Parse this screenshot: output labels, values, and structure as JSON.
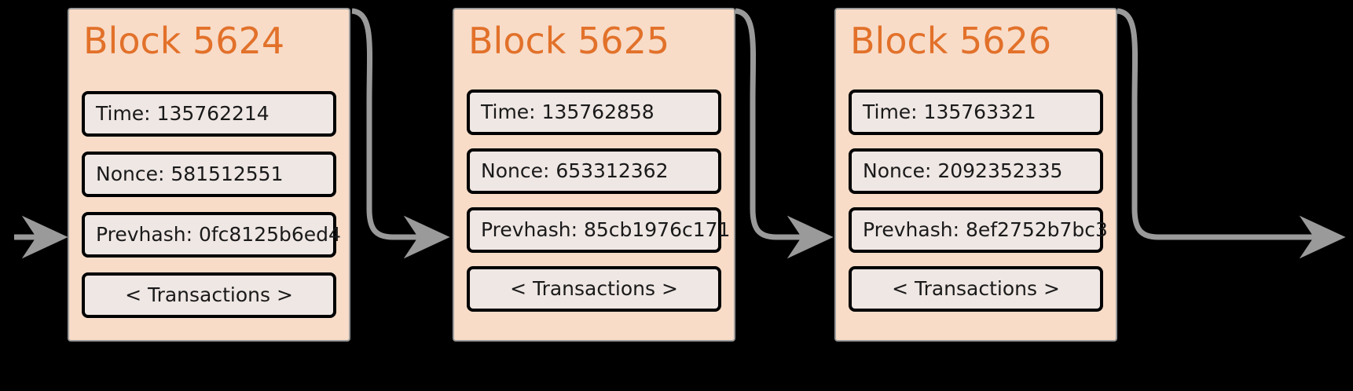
{
  "diagram": {
    "type": "blockchain-chain",
    "background_color": "#000000",
    "block_fill_color": "#f8dcc8",
    "block_border_color": "#9a9a9a",
    "field_fill_color": "#efe7e4",
    "field_border_color": "#000000",
    "title_color": "#e2712a",
    "text_color": "#1a1a1a",
    "connector_color": "#9a9a9a",
    "labels": {
      "time_prefix": "Time:",
      "nonce_prefix": "Nonce:",
      "prevhash_prefix": "Prevhash:",
      "transactions": "< Transactions >"
    },
    "blocks": [
      {
        "title": "Block 5624",
        "time": "Time: 135762214",
        "nonce": "Nonce: 581512551",
        "prevhash": "Prevhash: 0fc8125b6ed4",
        "transactions": "< Transactions >"
      },
      {
        "title": "Block 5625",
        "time": "Time: 135762858",
        "nonce": "Nonce: 653312362",
        "prevhash": "Prevhash: 85cb1976c171",
        "transactions": "< Transactions >"
      },
      {
        "title": "Block 5626",
        "time": "Time: 135763321",
        "nonce": "Nonce: 2092352335",
        "prevhash": "Prevhash: 8ef2752b7bc3",
        "transactions": "< Transactions >"
      }
    ],
    "connectors": [
      {
        "name": "incoming-arrow",
        "from": "chain-start",
        "to": "Block 5624"
      },
      {
        "name": "link-arrow-1",
        "from": "Block 5624",
        "to": "Block 5625"
      },
      {
        "name": "link-arrow-2",
        "from": "Block 5625",
        "to": "Block 5626"
      },
      {
        "name": "outgoing-arrow",
        "from": "Block 5626",
        "to": "chain-continues"
      }
    ]
  }
}
